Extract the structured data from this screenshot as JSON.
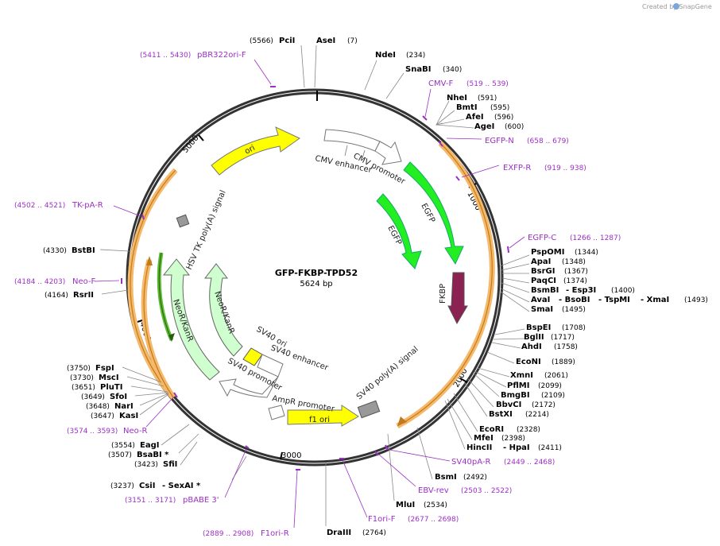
{
  "brand": "Created by SnapGene",
  "plasmid": {
    "name": "GFP-FKBP-TPD52",
    "length": "5624 bp"
  },
  "ticks": [
    "1000",
    "2000",
    "3000",
    "4000",
    "5000"
  ],
  "enzymes": [
    {
      "pre": "(5566)",
      "name": "PciI"
    },
    {
      "name": "AseI",
      "post": "(7)"
    },
    {
      "name": "NdeI",
      "post": "(234)"
    },
    {
      "name": "SnaBI",
      "post": "(340)"
    },
    {
      "name": "NheI",
      "post": "(591)"
    },
    {
      "name": "BmtI",
      "post": "(595)"
    },
    {
      "name": "AfeI",
      "post": "(596)"
    },
    {
      "name": "AgeI",
      "post": "(600)"
    },
    {
      "name": "PspOMI",
      "post": "(1344)"
    },
    {
      "name": "ApaI",
      "post": "(1348)"
    },
    {
      "name": "BsrGI",
      "post": "(1367)"
    },
    {
      "name": "PaqCI",
      "post": "(1374)"
    },
    {
      "name": "BsmBI",
      "name2": "- Esp3I",
      "post": "(1400)"
    },
    {
      "name": "AvaI",
      "name2": "- BsoBI",
      "name3": "- TspMI",
      "name4": "- XmaI",
      "post": "(1493)"
    },
    {
      "name": "SmaI",
      "post": "(1495)"
    },
    {
      "name": "BspEI",
      "post": "(1708)"
    },
    {
      "name": "BglII",
      "post": "(1717)"
    },
    {
      "name": "AhdI",
      "post": "(1758)"
    },
    {
      "name": "EcoNI",
      "post": "(1889)"
    },
    {
      "name": "XmnI",
      "post": "(2061)"
    },
    {
      "name": "PflMI",
      "post": "(2099)"
    },
    {
      "name": "BmgBI",
      "post": "(2109)"
    },
    {
      "name": "BbvCI",
      "post": "(2172)"
    },
    {
      "name": "BstXI",
      "post": "(2214)"
    },
    {
      "name": "EcoRI",
      "post": "(2328)"
    },
    {
      "name": "MfeI",
      "post": "(2398)"
    },
    {
      "name": "HincII",
      "name2": "- HpaI",
      "post": "(2411)"
    },
    {
      "name": "BsmI",
      "post": "(2492)"
    },
    {
      "name": "MluI",
      "post": "(2534)"
    },
    {
      "name": "DraIII",
      "post": "(2764)"
    },
    {
      "pre": "(3237)",
      "name": "CsiI",
      "name2": "- SexAI *"
    },
    {
      "pre": "(3423)",
      "name": "SfiI"
    },
    {
      "pre": "(3507)",
      "name": "BsaBI *"
    },
    {
      "pre": "(3554)",
      "name": "EagI"
    },
    {
      "pre": "(3647)",
      "name": "KasI"
    },
    {
      "pre": "(3648)",
      "name": "NarI"
    },
    {
      "pre": "(3649)",
      "name": "SfoI"
    },
    {
      "pre": "(3651)",
      "name": "PluTI"
    },
    {
      "pre": "(3730)",
      "name": "MscI"
    },
    {
      "pre": "(3750)",
      "name": "FspI"
    },
    {
      "pre": "(4164)",
      "name": "RsrII"
    },
    {
      "pre": "(4330)",
      "name": "BstBI"
    }
  ],
  "primers": [
    {
      "range": "(5411 .. 5430)",
      "name": "pBR322ori-F"
    },
    {
      "name": "CMV-F",
      "range": "(519 .. 539)"
    },
    {
      "name": "EGFP-N",
      "range": "(658 .. 679)"
    },
    {
      "name": "EXFP-R",
      "range": "(919 .. 938)"
    },
    {
      "name": "EGFP-C",
      "range": "(1266 .. 1287)"
    },
    {
      "name": "SV40pA-R",
      "range": "(2449 .. 2468)"
    },
    {
      "name": "EBV-rev",
      "range": "(2503 .. 2522)"
    },
    {
      "name": "F1ori-F",
      "range": "(2677 .. 2698)"
    },
    {
      "range": "(2889 .. 2908)",
      "name": "F1ori-R"
    },
    {
      "range": "(3151 .. 3171)",
      "name": "pBABE 3'"
    },
    {
      "range": "(3574 .. 3593)",
      "name": "Neo-R"
    },
    {
      "range": "(4184 .. 4203)",
      "name": "Neo-F"
    },
    {
      "range": "(4502 .. 4521)",
      "name": "TK-pA-R"
    }
  ],
  "features": [
    "CMV enhancer",
    "CMV promoter",
    "EGFP",
    "EGFP",
    "FKBP",
    "SV40 poly(A) signal",
    "f1 ori",
    "AmpR promoter",
    "SV40 promoter",
    "SV40 enhancer",
    "SV40 ori",
    "NeoR/KanR",
    "NeoR/KanR",
    "HSV TK poly(A) signal",
    "ori"
  ],
  "colors": {
    "ori": "#ffff00",
    "egfp": "#22ee22",
    "fkbp": "#8b2252",
    "neo": "#cfffcf",
    "primer": "#9b2fc4",
    "orf": "#f5b969",
    "grey": "#999999"
  }
}
